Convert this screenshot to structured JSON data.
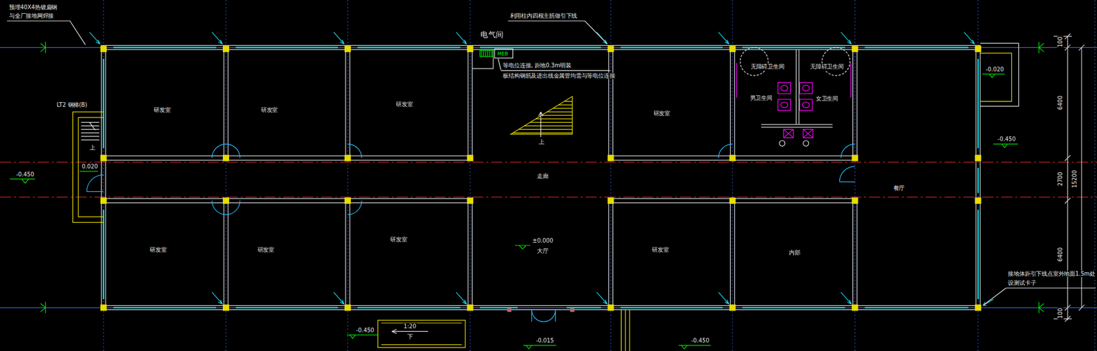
{
  "diagram": {
    "nodes": [
      {
        "text": [
          "研发室"
        ]
      },
      {
        "text": [
          "研发室"
        ]
      },
      {
        "text": [
          "研发室"
        ]
      },
      {
        "text": [
          "研发室"
        ]
      },
      {
        "text": [
          "无障碍卫生间"
        ]
      },
      {
        "text": [
          "无障碍卫生间"
        ]
      },
      {
        "text": [
          "男卫生间"
        ]
      },
      {
        "text": [
          "女卫生间"
        ]
      },
      {
        "text": [
          "餐厅"
        ]
      },
      {
        "text": [
          "走廊"
        ]
      },
      {
        "text": [
          "研发室"
        ]
      },
      {
        "text": [
          "研发室"
        ]
      },
      {
        "text": [
          "研发室"
        ]
      },
      {
        "text": [
          "±0.000",
          "大厅"
        ]
      },
      {
        "text": [
          "研发室"
        ]
      },
      {
        "text": [
          "内部"
        ]
      }
    ],
    "labels": [
      "预埋40X4热镀扁钢",
      "与全厂接地网焊接",
      "利用柱内四根主筋做引下线",
      "电气间",
      "MEB",
      "等电位连接, 距地0.3m明装",
      "板结构钢筋及进出线金属管均需与等电位连接",
      "LT2 钢梯(B)",
      "上",
      "0.020",
      "-0.450",
      "-0.020",
      "-0.450",
      "上",
      "-0.450",
      "1:20",
      "下",
      "-0.015",
      "-0.450",
      "接地体距引下线点室外地面1.5m处",
      "设测试卡子",
      "100",
      "6400",
      "2700",
      "6400",
      "100",
      "15200"
    ]
  }
}
